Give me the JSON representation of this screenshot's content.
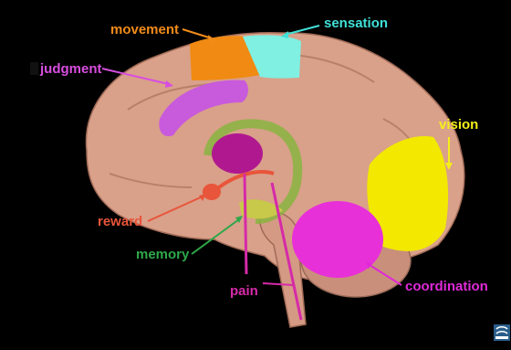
{
  "labels": {
    "movement": {
      "text": "movement",
      "color": "#f28c1a"
    },
    "sensation": {
      "text": "sensation",
      "color": "#40e0d8"
    },
    "judgment": {
      "text": "judgment",
      "color": "#d84ee0"
    },
    "vision": {
      "text": "vision",
      "color": "#f5ee1a"
    },
    "reward": {
      "text": "reward",
      "color": "#e8553a"
    },
    "memory": {
      "text": "memory",
      "color": "#2fa84a"
    },
    "pain": {
      "text": "pain",
      "color": "#d62aa8"
    },
    "coordination": {
      "text": "coordination",
      "color": "#e02ad8"
    }
  },
  "colors": {
    "background": "#000000",
    "brain": "#d9a08a",
    "brain_shade": "#b9806a",
    "movement_region": "#f08a12",
    "sensation_region": "#7ff0e2",
    "judgment_region": "#c85adc",
    "vision_region": "#f2e800",
    "coordination_region": "#e830d8",
    "thalamus": "#b01890",
    "limbic": "#88b440"
  },
  "logo": {
    "icon": "corner-logo-icon"
  }
}
